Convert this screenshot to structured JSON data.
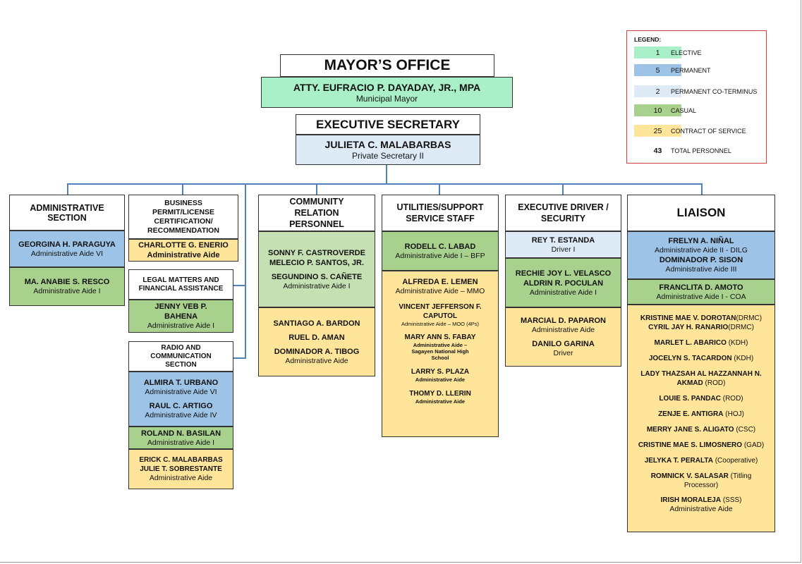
{
  "legend": {
    "title": "LEGEND:",
    "items": [
      {
        "count": "1",
        "label": "ELECTIVE",
        "color": "#a9f0c8"
      },
      {
        "count": "5",
        "label": "PERMANENT",
        "color": "#9dc3e6"
      },
      {
        "count": "2",
        "label": "PERMANENT CO-TERMINUS",
        "color": "#deebf7"
      },
      {
        "count": "10",
        "label": "CASUAL",
        "color": "#a9d18e"
      },
      {
        "count": "25",
        "label": "CONTRACT OF SERVICE",
        "color": "#ffe599"
      }
    ],
    "total_count": "43",
    "total_label": "TOTAL PERSONNEL"
  },
  "mayor": {
    "title": "MAYOR’S OFFICE",
    "name": "ATTY. EUFRACIO P. DAYADAY, JR., MPA",
    "position": "Municipal Mayor"
  },
  "exec_sec": {
    "title": "EXECUTIVE SECRETARY",
    "name": "JULIETA C. MALABARBAS",
    "position": "Private Secretary II"
  },
  "admin": {
    "title": "ADMINISTRATIVE SECTION",
    "p1_name": "GEORGINA H.  PARAGUYA",
    "p1_pos": "Administrative Aide VI",
    "p2_name": "MA. ANABIE S. RESCO",
    "p2_pos": "Administrative Aide I"
  },
  "business": {
    "title": "BUSINESS PERMIT/LICENSE CERTIFICATION/ RECOMMENDATION",
    "p1_name": "CHARLOTTE G. ENERIO",
    "p1_pos": "Administrative Aide"
  },
  "legal": {
    "title": "LEGAL MATTERS AND FINANCIAL ASSISTANCE",
    "p1_name": "JENNY VEB P. BAHENA",
    "p1_pos": "Administrative Aide I"
  },
  "radio": {
    "title": "RADIO AND COMMUNICATION SECTION",
    "p1_name": "ALMIRA  T. URBANO",
    "p1_pos": "Administrative Aide VI",
    "p2_name": "RAUL  C. ARTIGO",
    "p2_pos": "Administrative Aide IV",
    "p3_name": "ROLAND  N. BASILAN",
    "p3_pos": "Administrative Aide I",
    "p4_name": "ERICK C. MALABARBAS",
    "p5_name": "JULIE T. SOBRESTANTE",
    "p45_pos": "Administrative  Aide"
  },
  "community": {
    "title": "COMMUNITY RELATION PERSONNEL",
    "p1_name": "SONNY F. CASTROVERDE",
    "p2_name": "MELECIO P. SANTOS, JR.",
    "p3_name": "SEGUNDINO S. CAÑETE",
    "p123_pos": "Administrative Aide I",
    "p4_name": "SANTIAGO A. BARDON",
    "p5_name": "RUEL D. AMAN",
    "p6_name": "DOMINADOR A. TIBOG",
    "p456_pos": "Administrative Aide"
  },
  "utilities": {
    "title": "UTILITIES/SUPPORT SERVICE STAFF",
    "p1_name": "RODELL C. LABAD",
    "p1_pos": "Administrative Aide I – BFP",
    "p2_name": "ALFREDA E. LEMEN",
    "p2_pos": "Administrative Aide – MMO",
    "p3_name": "VINCENT JEFFERSON F. CAPUTOL",
    "p3_pos": "Administrative Aide – MOO (4Ps)",
    "p4_name": "MARY ANN S. FABAY",
    "p4_pos": "Administrative Aide – Sagayen National High School",
    "p5_name": "LARRY S. PLAZA",
    "p5_pos": "Administrative Aide",
    "p6_name": "THOMY D. LLERIN",
    "p6_pos": "Administrative Aide"
  },
  "driver": {
    "title": "EXECUTIVE DRIVER / SECURITY",
    "p1_name": "REY T. ESTANDA",
    "p1_pos": "Driver I",
    "p2_name": "RECHIE JOY L. VELASCO",
    "p3_name": "ALDRIN R. POCULAN",
    "p23_pos": "Administrative Aide I",
    "p4_name": "MARCIAL D. PAPARON",
    "p4_pos": "Administrative Aide",
    "p5_name": "DANILO GARINA",
    "p5_pos": "Driver"
  },
  "liaison": {
    "title": "LIAISON",
    "p1_name": "FRELYN A. NIÑAL",
    "p1_pos": "Administrative Aide II - DILG",
    "p2_name": "DOMINADOR P. SISON",
    "p2_pos": "Administrative Aide III",
    "p3_name": "FRANCLITA D. AMOTO",
    "p3_pos": "Administrative Aide I - COA",
    "cos": [
      {
        "name": "KRISTINE MAE V. DOROTAN",
        "office": "(DRMC)"
      },
      {
        "name": "CYRIL JAY H. RANARIO",
        "office": "(DRMC)"
      },
      {
        "name": "MARLET L. ABARICO",
        "office": " (KDH)"
      },
      {
        "name": "JOCELYN S. TACARDON",
        "office": " (KDH)"
      },
      {
        "name": "LADY THAZSAH AL HAZZANNAH N. AKMAD",
        "office": " (ROD)"
      },
      {
        "name": "LOUIE S. PANDAC",
        "office": " (ROD)"
      },
      {
        "name": "ZENJE E. ANTIGRA",
        "office": " (HOJ)"
      },
      {
        "name": "MERRY JANE S. ALIGATO",
        "office": " (CSC)"
      },
      {
        "name": "CRISTINE MAE S. LIMOSNERO",
        "office": " (GAD)"
      },
      {
        "name": "JELYKA T. PERALTA",
        "office": " (Cooperative)"
      },
      {
        "name": "ROMNICK V. SALASAR",
        "office": " (Titling Processor)"
      },
      {
        "name": "IRISH MORALEJA",
        "office": " (SSS)"
      }
    ],
    "cos_pos": "Administrative Aide"
  }
}
